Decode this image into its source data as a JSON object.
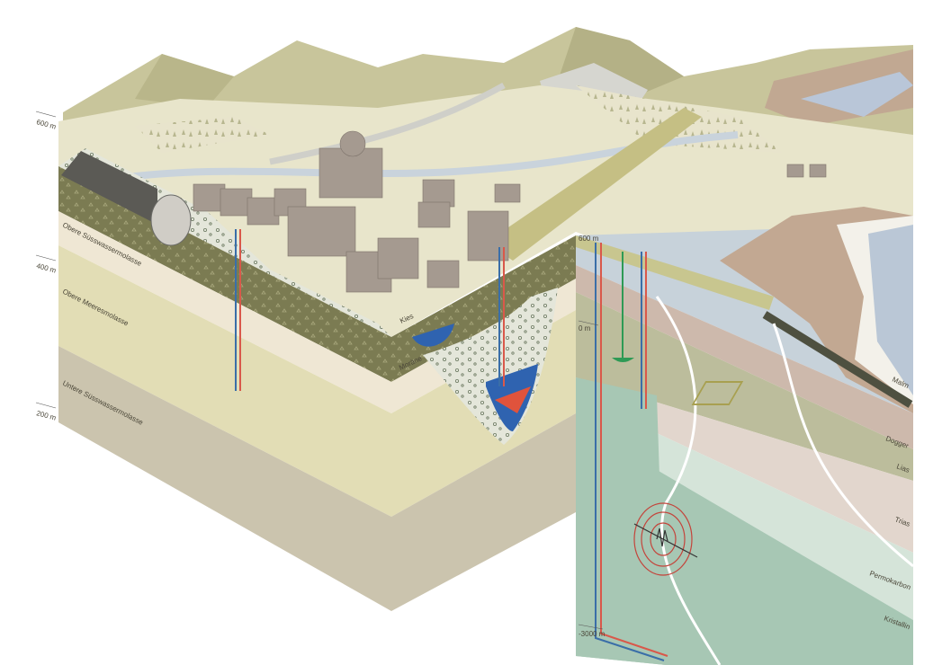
{
  "depth_scale_left": {
    "d600": "600 m",
    "d400": "400 m",
    "d200": "200 m"
  },
  "depth_scale_right": {
    "d600": "600 m",
    "d0": "0 m",
    "dm3000": "-3000 m"
  },
  "left_layers": {
    "obere_suesswasser": "Obere Süsswassermolasse",
    "obere_meeres": "Obere Meeresmolasse",
    "untere_suesswasser": "Untere Süsswassermolasse"
  },
  "shallow_labels": {
    "kies": "Kies",
    "moraene": "Moräne"
  },
  "right_layers": {
    "malm": "Malm",
    "dogger": "Dogger",
    "lias": "Lias",
    "trias": "Trias",
    "permokarbon": "Permokarbon",
    "kristallin": "Kristallin"
  },
  "colors": {
    "warm_pipe": "#d9584a",
    "cold_pipe": "#3a6ea8",
    "groundwater": "#2f63b0",
    "fault": "#ffffff"
  }
}
